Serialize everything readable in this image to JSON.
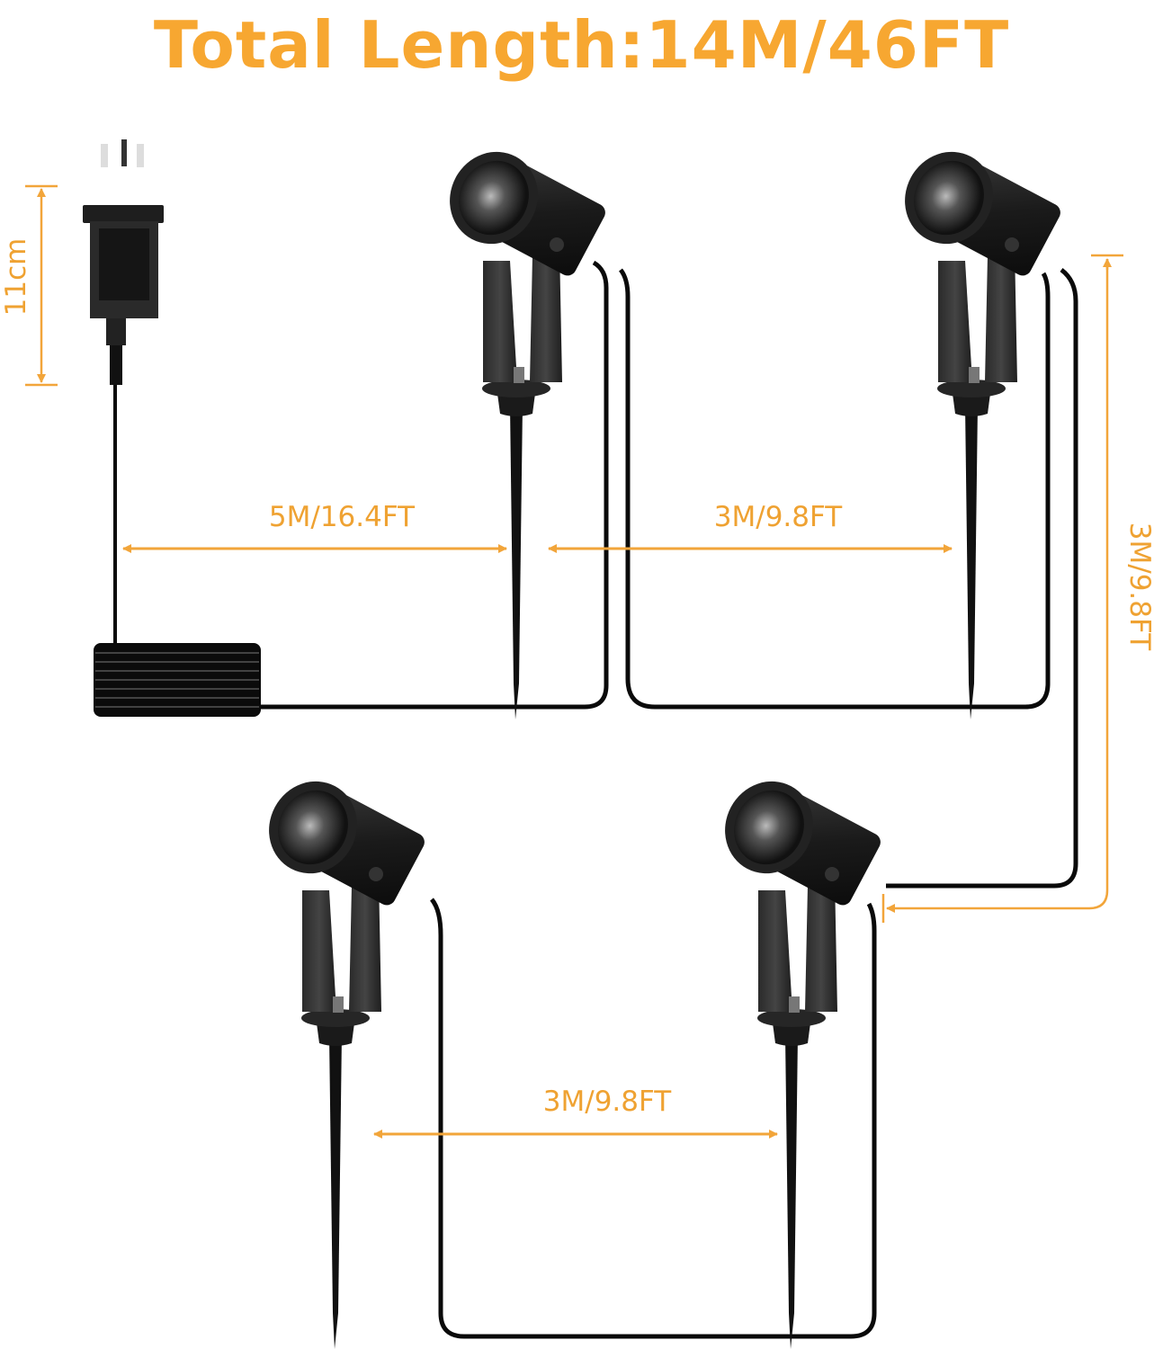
{
  "title": "Total Length:14M/46FT",
  "colors": {
    "accent": "#F7A731",
    "dimension_line": "#F2A53A",
    "cable": "#0a0a0a",
    "light_body": "#1c1c1c",
    "background": "#ffffff"
  },
  "dimensions": {
    "plug_height": "11cm",
    "plug_to_light1": "5M/16.4FT",
    "light1_to_light2": "3M/9.8FT",
    "light2_to_light4": "3M/9.8FT",
    "light3_to_light4": "3M/9.8FT"
  },
  "components": {
    "plug": "uk-3-pin-power-adapter",
    "coiled_cable": "coiled-lead-cable",
    "lights": [
      {
        "id": "spotlight-1",
        "position": "top-middle"
      },
      {
        "id": "spotlight-2",
        "position": "top-right"
      },
      {
        "id": "spotlight-3",
        "position": "bottom-left"
      },
      {
        "id": "spotlight-4",
        "position": "bottom-right"
      }
    ]
  }
}
